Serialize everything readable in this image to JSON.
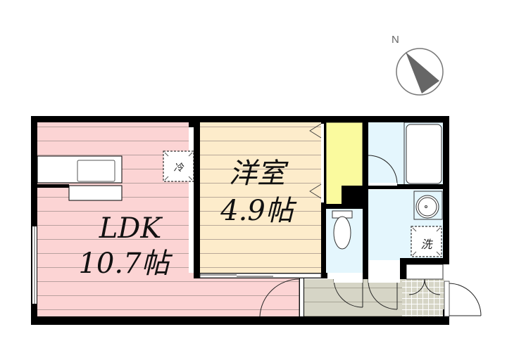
{
  "floorplan": {
    "compass": {
      "label": "N"
    },
    "rooms": {
      "ldk": {
        "name": "LDK",
        "size": "10.7帖",
        "color": "#fcd4d4"
      },
      "western": {
        "name": "洋室",
        "size": "4.9帖",
        "color": "#fdeccb"
      },
      "closet": {
        "color": "#fafa9e"
      },
      "bath": {
        "color": "#e4f6fd"
      },
      "toilet": {
        "color": "#e4f6fd"
      },
      "washroom": {
        "color": "#e4f6fd"
      },
      "hallway": {
        "color": "#d6d5c6"
      },
      "entrance": {
        "color": "#d6d5c6"
      }
    },
    "markers": {
      "fridge": "冷",
      "washer": "洗"
    },
    "colors": {
      "wall": "#000000",
      "floor_line": "#a89a94"
    }
  }
}
